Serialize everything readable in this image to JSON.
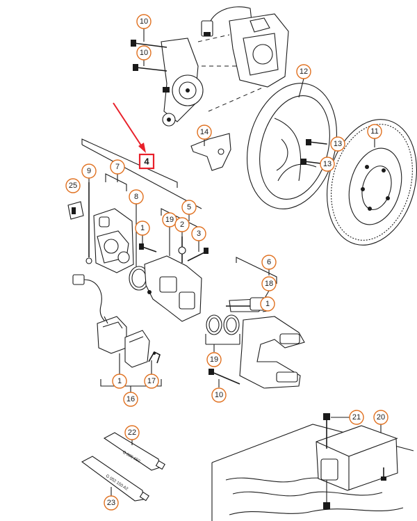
{
  "callouts": {
    "c10a": "10",
    "c10b": "10",
    "c12": "12",
    "c14": "14",
    "c13a": "13",
    "c13b": "13",
    "c11": "11",
    "c7": "7",
    "c9": "9",
    "c25": "25",
    "c8": "8",
    "c5": "5",
    "c19a": "19",
    "c2": "2",
    "c1a": "1",
    "c3": "3",
    "c6": "6",
    "c18": "18",
    "c1b": "1",
    "c19b": "19",
    "c10c": "10",
    "c1c": "1",
    "c17": "17",
    "c16": "16",
    "c22": "22",
    "c23": "23",
    "c21": "21",
    "c20": "20"
  },
  "highlight": {
    "label": "4",
    "box_color": "#e8202a",
    "arrow_color": "#e8202a"
  },
  "tubes": {
    "upper_text": "G 000 650",
    "lower_text": "G 052 150 A2"
  },
  "colors": {
    "callout_ring": "#e0701f",
    "line": "#1a1a1a"
  }
}
